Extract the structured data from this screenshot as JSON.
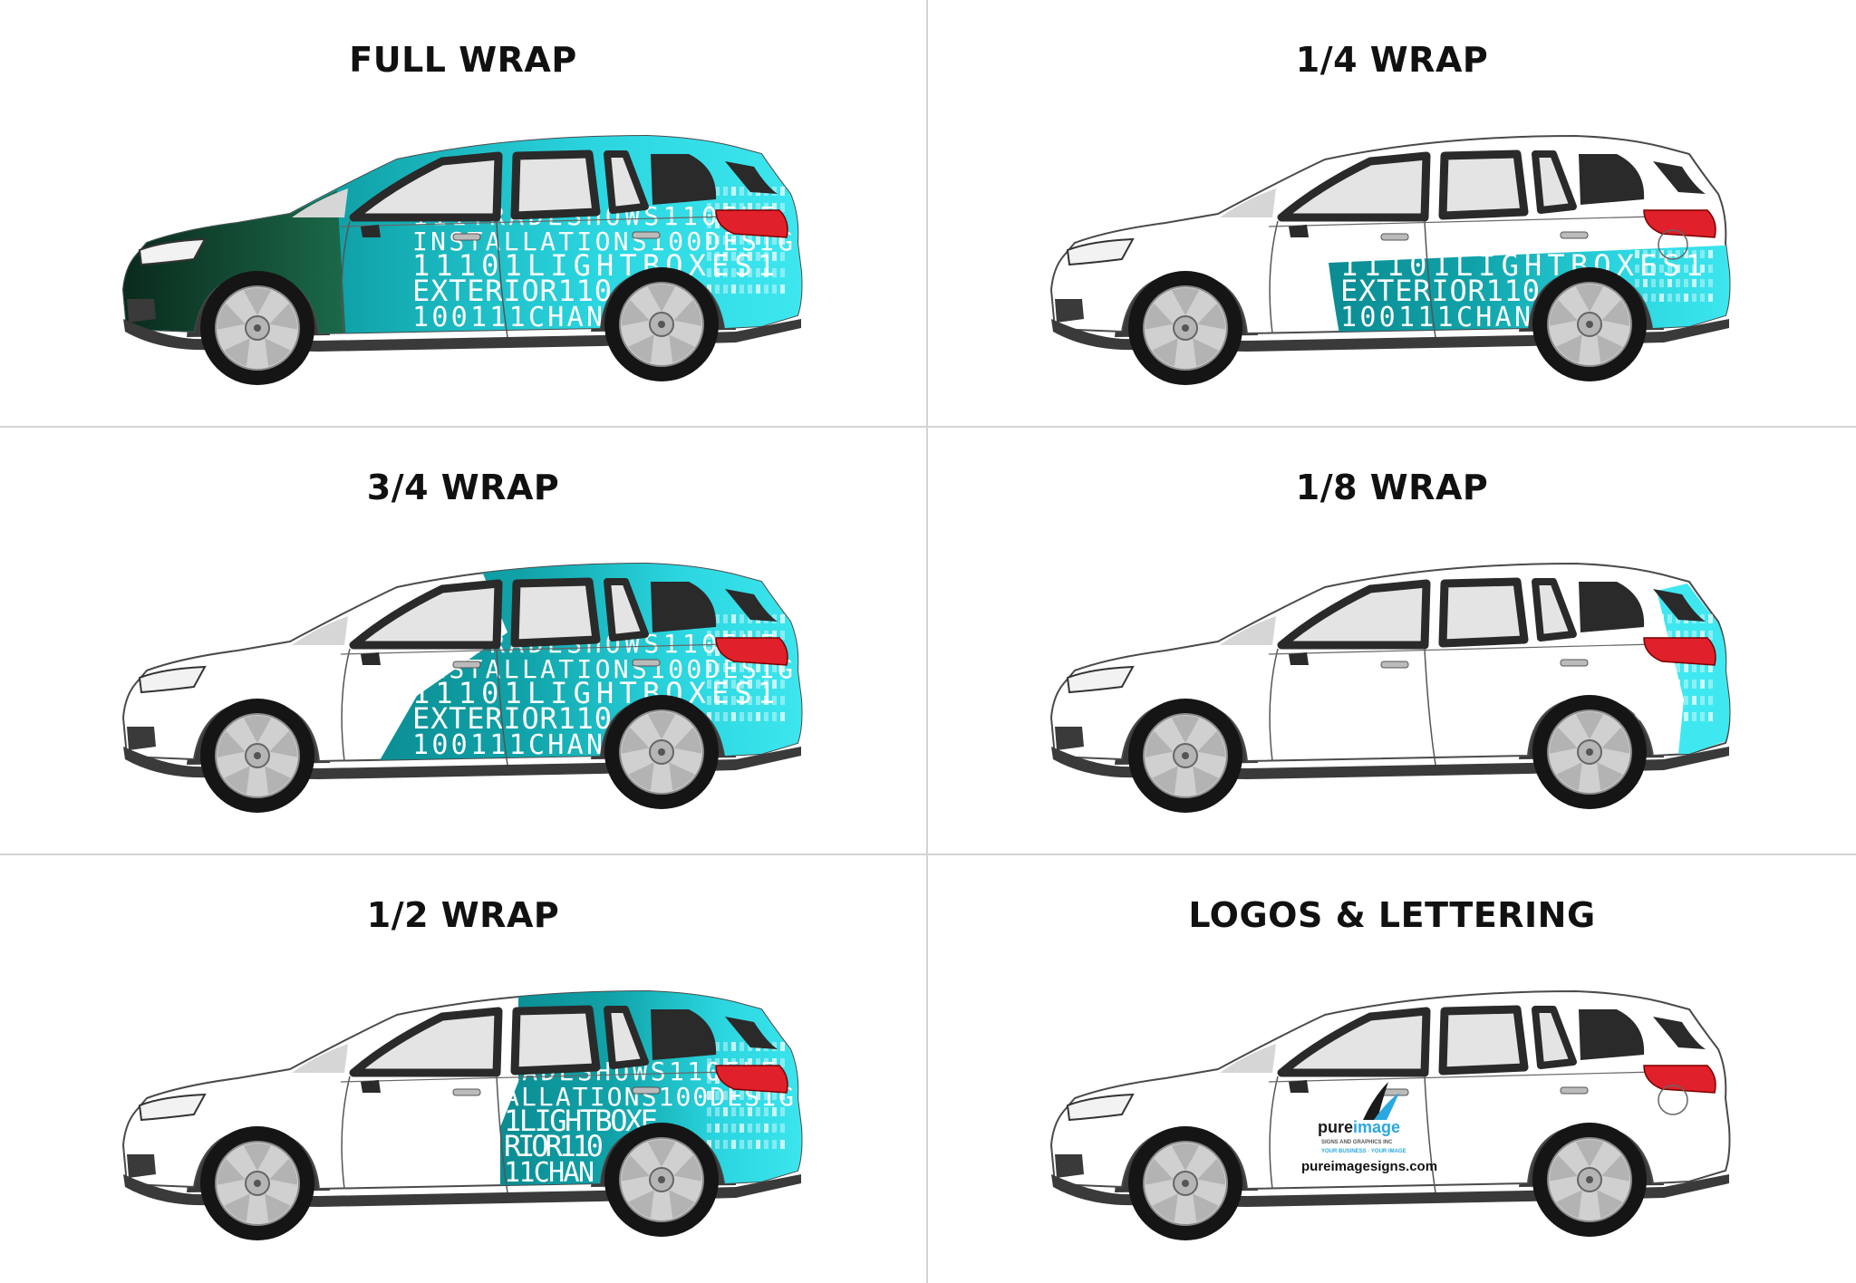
{
  "panels": [
    {
      "title": "FULL WRAP",
      "variant": "full"
    },
    {
      "title": "1/4 WRAP",
      "variant": "quarter"
    },
    {
      "title": "3/4 WRAP",
      "variant": "threequarter"
    },
    {
      "title": "1/8 WRAP",
      "variant": "eighth"
    },
    {
      "title": "1/2 WRAP",
      "variant": "half"
    },
    {
      "title": "LOGOS & LETTERING",
      "variant": "logos"
    }
  ],
  "wrap_text": {
    "line1": "111TRADESHOWS110FLE",
    "line2": "INSTALLATIONS100DESIG",
    "line3": "11101LIGHTBOXES1",
    "line4": "EXTERIOR110",
    "line5": "100111CHAN",
    "half_line1": "RADESHOWS110FLE",
    "half_line2": "ALLATIONS100DESIG",
    "half_line3": "1LIGHTBOXE",
    "half_line4": "RIOR110",
    "half_line5": "11CHAN"
  },
  "logo": {
    "brand_a": "pure",
    "brand_b": "image",
    "tagline": "SIGNS AND GRAPHICS INC",
    "tagline2": "YOUR BUSINESS · YOUR IMAGE",
    "website": "pureimagesigns.com"
  },
  "colors": {
    "cyan": "#3fe8f0",
    "teal": "#0b8c92",
    "dark_green": "#0a2a1c",
    "window": "#e4e4e4",
    "frame": "#2a2a2a",
    "taillight": "#e0202a",
    "tire": "#151515",
    "rim": "#d0d0d0",
    "trim": "#3a3a3a"
  }
}
